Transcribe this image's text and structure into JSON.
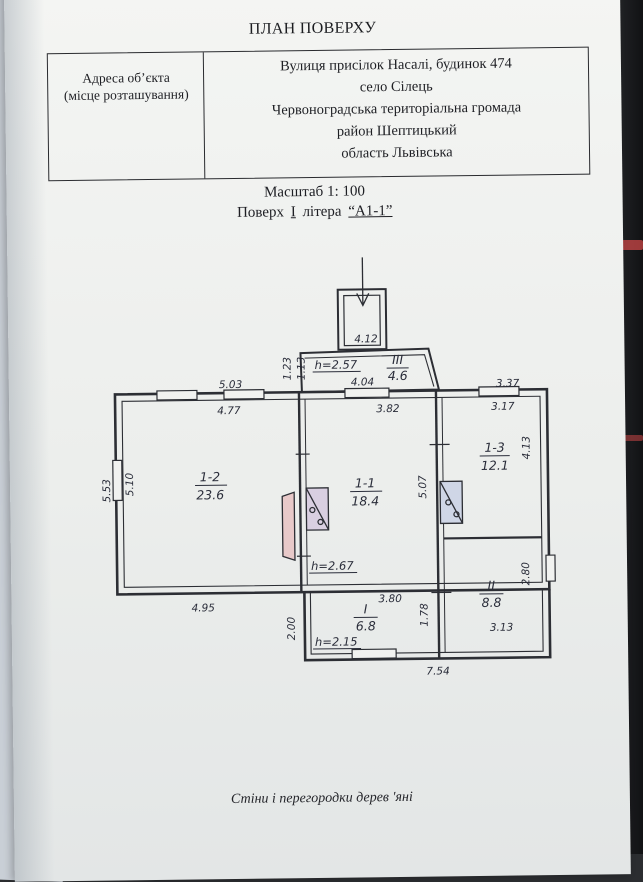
{
  "document": {
    "title": "ПЛАН ПОВЕРХУ",
    "address_label": [
      "Адреса об’єкта",
      "(місце розташування)"
    ],
    "address_lines": [
      "Вулиця  присілок Насалі, будинок 474",
      "село  Сілець",
      "Червоноградська територіальна громада",
      "район  Шептицький",
      "область  Львівська"
    ],
    "scale": "Масштаб 1: 100",
    "floor_prefix": "Поверх",
    "floor_value": "I",
    "letter_prefix": "літера",
    "letter_value": "“А1-1”",
    "caption": "Стіни і перегородки дерев 'яні"
  },
  "plan": {
    "rooms": [
      {
        "id": "1-1",
        "area": "18.4"
      },
      {
        "id": "1-2",
        "area": "23.6"
      },
      {
        "id": "1-3",
        "area": "12.1"
      },
      {
        "id": "I",
        "area": "6.8"
      },
      {
        "id": "II",
        "area": "8.8"
      },
      {
        "id": "III",
        "area": "4.6"
      }
    ],
    "heights": [
      "h=2.57",
      "h=2.67",
      "h=2.15"
    ],
    "dimensions": {
      "porch_width": "4.12",
      "porch_left_a": "1.23",
      "porch_left_b": "1.13",
      "porch_inner": "4.04",
      "top_left_outer": "5.03",
      "top_left_inner": "4.77",
      "top_mid": "3.82",
      "top_right_outer": "3.37",
      "top_right_inner": "3.17",
      "left_outer": "5.53",
      "left_inner": "5.10",
      "mid_vertical": "5.07",
      "right_vertical": "4.13",
      "bottom_left": "4.95",
      "bottom_mid": "3.80",
      "hall_left": "2.00",
      "hall_right": "1.78",
      "right_lower_vertical": "2.80",
      "right_lower_width": "3.13",
      "bottom_total": "7.54"
    }
  }
}
